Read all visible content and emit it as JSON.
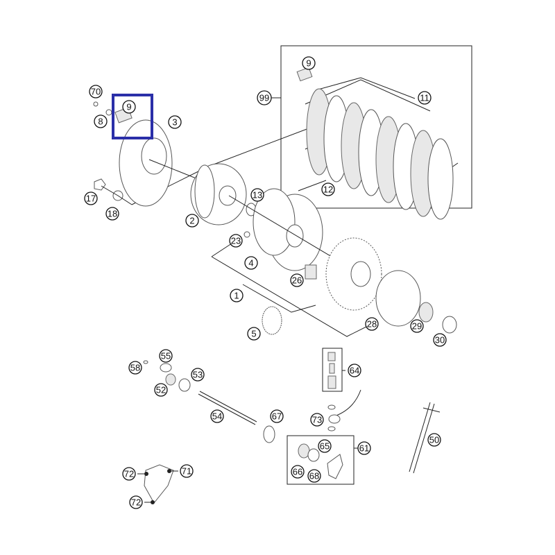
{
  "diagram": {
    "highlight_color": "#2b2fa8",
    "highlighted_part": "9",
    "callouts": {
      "c70": "70",
      "c9a": "9",
      "c8": "8",
      "c3": "3",
      "c99": "99",
      "c9b": "9",
      "c11": "11",
      "c17": "17",
      "c18": "18",
      "c2": "2",
      "c13": "13",
      "c12": "12",
      "c23": "23",
      "c4": "4",
      "c1": "1",
      "c26": "26",
      "c5": "5",
      "c28": "28",
      "c29": "29",
      "c30": "30",
      "c58": "58",
      "c55": "55",
      "c52": "52",
      "c53": "53",
      "c64": "64",
      "c54": "54",
      "c67": "67",
      "c73": "73",
      "c65": "65",
      "c61": "61",
      "c50": "50",
      "c66": "66",
      "c68": "68",
      "c72a": "72",
      "c71": "71",
      "c72b": "72"
    }
  }
}
